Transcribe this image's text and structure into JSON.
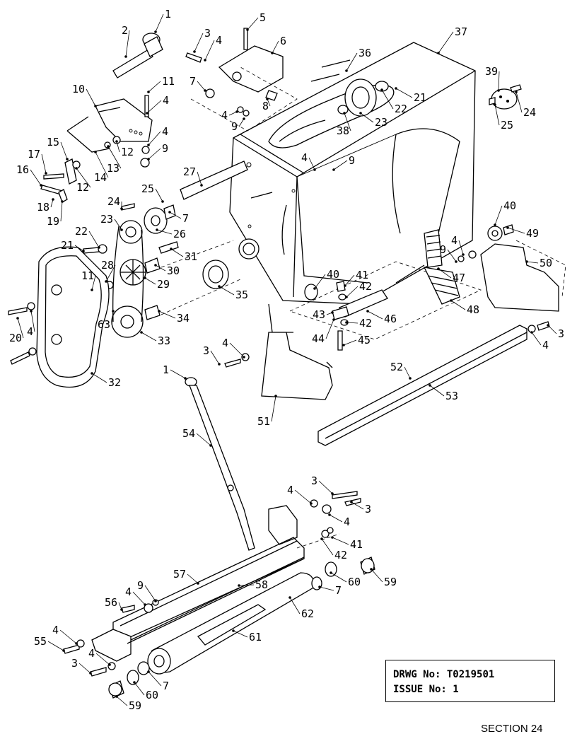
{
  "title_block": {
    "drawing_label": "DRWG No:",
    "drawing_number": "T0219501",
    "issue_label": "ISSUE No:",
    "issue_number": "1"
  },
  "section_label": "SECTION 24",
  "callouts": [
    {
      "id": "c1a",
      "text": "1"
    },
    {
      "id": "c2",
      "text": "2"
    },
    {
      "id": "c3a",
      "text": "3"
    },
    {
      "id": "c4a",
      "text": "4"
    },
    {
      "id": "c5",
      "text": "5"
    },
    {
      "id": "c6",
      "text": "6"
    },
    {
      "id": "c37",
      "text": "37"
    },
    {
      "id": "c36",
      "text": "36"
    },
    {
      "id": "c7a",
      "text": "7"
    },
    {
      "id": "c8",
      "text": "8"
    },
    {
      "id": "c4b",
      "text": "4"
    },
    {
      "id": "c9a",
      "text": "9"
    },
    {
      "id": "c10",
      "text": "10"
    },
    {
      "id": "c11a",
      "text": "11"
    },
    {
      "id": "c4c",
      "text": "4"
    },
    {
      "id": "c4d",
      "text": "4"
    },
    {
      "id": "c9b",
      "text": "9"
    },
    {
      "id": "c12a",
      "text": "12"
    },
    {
      "id": "c13",
      "text": "13"
    },
    {
      "id": "c15",
      "text": "15"
    },
    {
      "id": "c17",
      "text": "17"
    },
    {
      "id": "c16",
      "text": "16"
    },
    {
      "id": "c12b",
      "text": "12"
    },
    {
      "id": "c14",
      "text": "14"
    },
    {
      "id": "c18",
      "text": "18"
    },
    {
      "id": "c19",
      "text": "19"
    },
    {
      "id": "c27",
      "text": "27"
    },
    {
      "id": "c4e",
      "text": "4"
    },
    {
      "id": "c9c",
      "text": "9"
    },
    {
      "id": "c21a",
      "text": "21"
    },
    {
      "id": "c22a",
      "text": "22"
    },
    {
      "id": "c23a",
      "text": "23"
    },
    {
      "id": "c38",
      "text": "38"
    },
    {
      "id": "c39",
      "text": "39"
    },
    {
      "id": "c24a",
      "text": "24"
    },
    {
      "id": "c25a",
      "text": "25"
    },
    {
      "id": "c25b",
      "text": "25"
    },
    {
      "id": "c24b",
      "text": "24"
    },
    {
      "id": "c23b",
      "text": "23"
    },
    {
      "id": "c7b",
      "text": "7"
    },
    {
      "id": "c26",
      "text": "26"
    },
    {
      "id": "c22b",
      "text": "22"
    },
    {
      "id": "c21b",
      "text": "21"
    },
    {
      "id": "c31",
      "text": "31"
    },
    {
      "id": "c28",
      "text": "28"
    },
    {
      "id": "c30",
      "text": "30"
    },
    {
      "id": "c11b",
      "text": "11"
    },
    {
      "id": "c29",
      "text": "29"
    },
    {
      "id": "c35",
      "text": "35"
    },
    {
      "id": "c63",
      "text": "63"
    },
    {
      "id": "c34",
      "text": "34"
    },
    {
      "id": "c20",
      "text": "20"
    },
    {
      "id": "c4f",
      "text": "4"
    },
    {
      "id": "c33",
      "text": "33"
    },
    {
      "id": "c32",
      "text": "32"
    },
    {
      "id": "c40a",
      "text": "40"
    },
    {
      "id": "c49",
      "text": "49"
    },
    {
      "id": "c4g",
      "text": "4"
    },
    {
      "id": "c9d",
      "text": "9"
    },
    {
      "id": "c50",
      "text": "50"
    },
    {
      "id": "c47",
      "text": "47"
    },
    {
      "id": "c40b",
      "text": "40"
    },
    {
      "id": "c41a",
      "text": "41"
    },
    {
      "id": "c42a",
      "text": "42"
    },
    {
      "id": "c43",
      "text": "43"
    },
    {
      "id": "c46",
      "text": "46"
    },
    {
      "id": "c42b",
      "text": "42"
    },
    {
      "id": "c48",
      "text": "48"
    },
    {
      "id": "c44",
      "text": "44"
    },
    {
      "id": "c45",
      "text": "45"
    },
    {
      "id": "c3b",
      "text": "3"
    },
    {
      "id": "c4h",
      "text": "4"
    },
    {
      "id": "c3c",
      "text": "3"
    },
    {
      "id": "c4i",
      "text": "4"
    },
    {
      "id": "c52",
      "text": "52"
    },
    {
      "id": "c53",
      "text": "53"
    },
    {
      "id": "c51",
      "text": "51"
    },
    {
      "id": "c1b",
      "text": "1"
    },
    {
      "id": "c54",
      "text": "54"
    },
    {
      "id": "c3d",
      "text": "3"
    },
    {
      "id": "c4j",
      "text": "4"
    },
    {
      "id": "c3e",
      "text": "3"
    },
    {
      "id": "c4k",
      "text": "4"
    },
    {
      "id": "c41b",
      "text": "41"
    },
    {
      "id": "c42c",
      "text": "42"
    },
    {
      "id": "c60a",
      "text": "60"
    },
    {
      "id": "c59a",
      "text": "59"
    },
    {
      "id": "c7c",
      "text": "7"
    },
    {
      "id": "c57",
      "text": "57"
    },
    {
      "id": "c58",
      "text": "58"
    },
    {
      "id": "c4l",
      "text": "4"
    },
    {
      "id": "c9e",
      "text": "9"
    },
    {
      "id": "c56",
      "text": "56"
    },
    {
      "id": "c62",
      "text": "62"
    },
    {
      "id": "c61",
      "text": "61"
    },
    {
      "id": "c4m",
      "text": "4"
    },
    {
      "id": "c55",
      "text": "55"
    },
    {
      "id": "c4n",
      "text": "4"
    },
    {
      "id": "c3f",
      "text": "3"
    },
    {
      "id": "c7d",
      "text": "7"
    },
    {
      "id": "c60b",
      "text": "60"
    },
    {
      "id": "c59b",
      "text": "59"
    }
  ]
}
